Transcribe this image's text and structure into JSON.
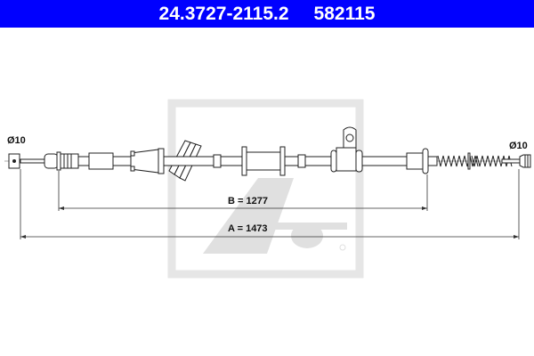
{
  "header": {
    "part_number": "24.3727-2115.2",
    "article_number": "582115",
    "background_color": "#0000ff",
    "text_color": "#ffffff"
  },
  "drawing": {
    "left_end_label": "Ø10",
    "right_end_label": "Ø10",
    "dimension_b": "B = 1277",
    "dimension_a": "A = 1473",
    "watermark": "Ate",
    "watermark_mark": "®"
  }
}
